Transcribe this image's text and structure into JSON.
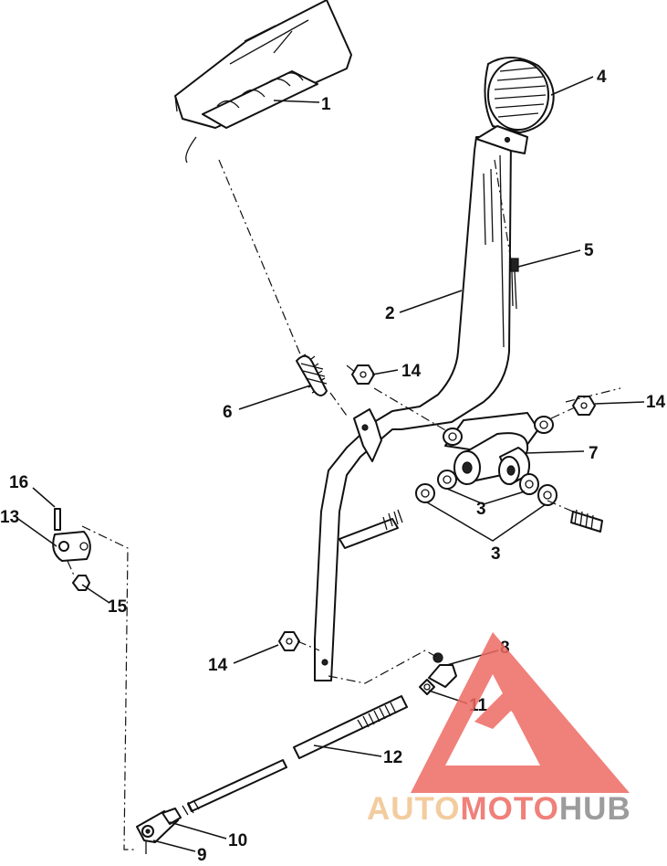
{
  "callouts": {
    "c1": "1",
    "c2": "2",
    "c3a": "3",
    "c3b": "3",
    "c4": "4",
    "c5": "5",
    "c6": "6",
    "c7": "7",
    "c8": "8",
    "c9": "9",
    "c10": "10",
    "c11": "11",
    "c12": "12",
    "c13": "13",
    "c14a": "14",
    "c14b": "14",
    "c14c": "14",
    "c15": "15",
    "c16": "16"
  },
  "watermark": {
    "part1": "AUTO",
    "part2": "MOTO",
    "part3": "HUB",
    "color_light": "#f2c48e",
    "color_red": "#ee6a63",
    "color_gray": "#8b8b8b"
  }
}
